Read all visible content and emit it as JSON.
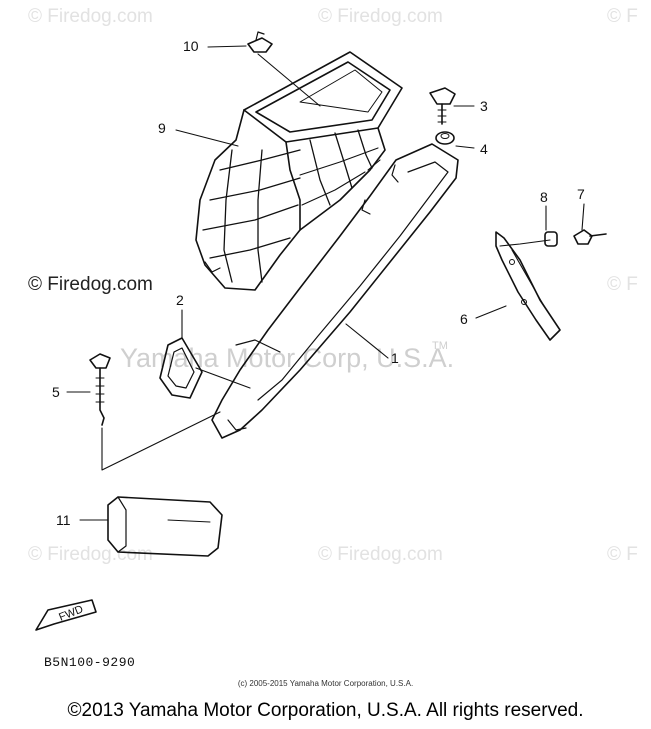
{
  "watermarks": {
    "top": [
      "© Firedog.com",
      "© Firedog.com",
      "© F"
    ],
    "middle_left": "© Firedog.com",
    "middle_right": "© F",
    "bottom": [
      "© Firedog.com",
      "© Firedog.com",
      "© F"
    ],
    "center": "Yamaha Motor Corp, U.S.A.",
    "trademark": "TM"
  },
  "part_labels": {
    "p1": "1",
    "p2": "2",
    "p3": "3",
    "p4": "4",
    "p5": "5",
    "p6": "6",
    "p7": "7",
    "p8": "8",
    "p9": "9",
    "p10": "10",
    "p11": "11"
  },
  "fwd_label": "FWD",
  "diagram_code": "B5N100-9290",
  "small_copyright": "(c) 2005-2015 Yamaha Motor Corporation, U.S.A.",
  "footer_copyright": "©2013 Yamaha Motor Corporation, U.S.A. All rights reserved."
}
